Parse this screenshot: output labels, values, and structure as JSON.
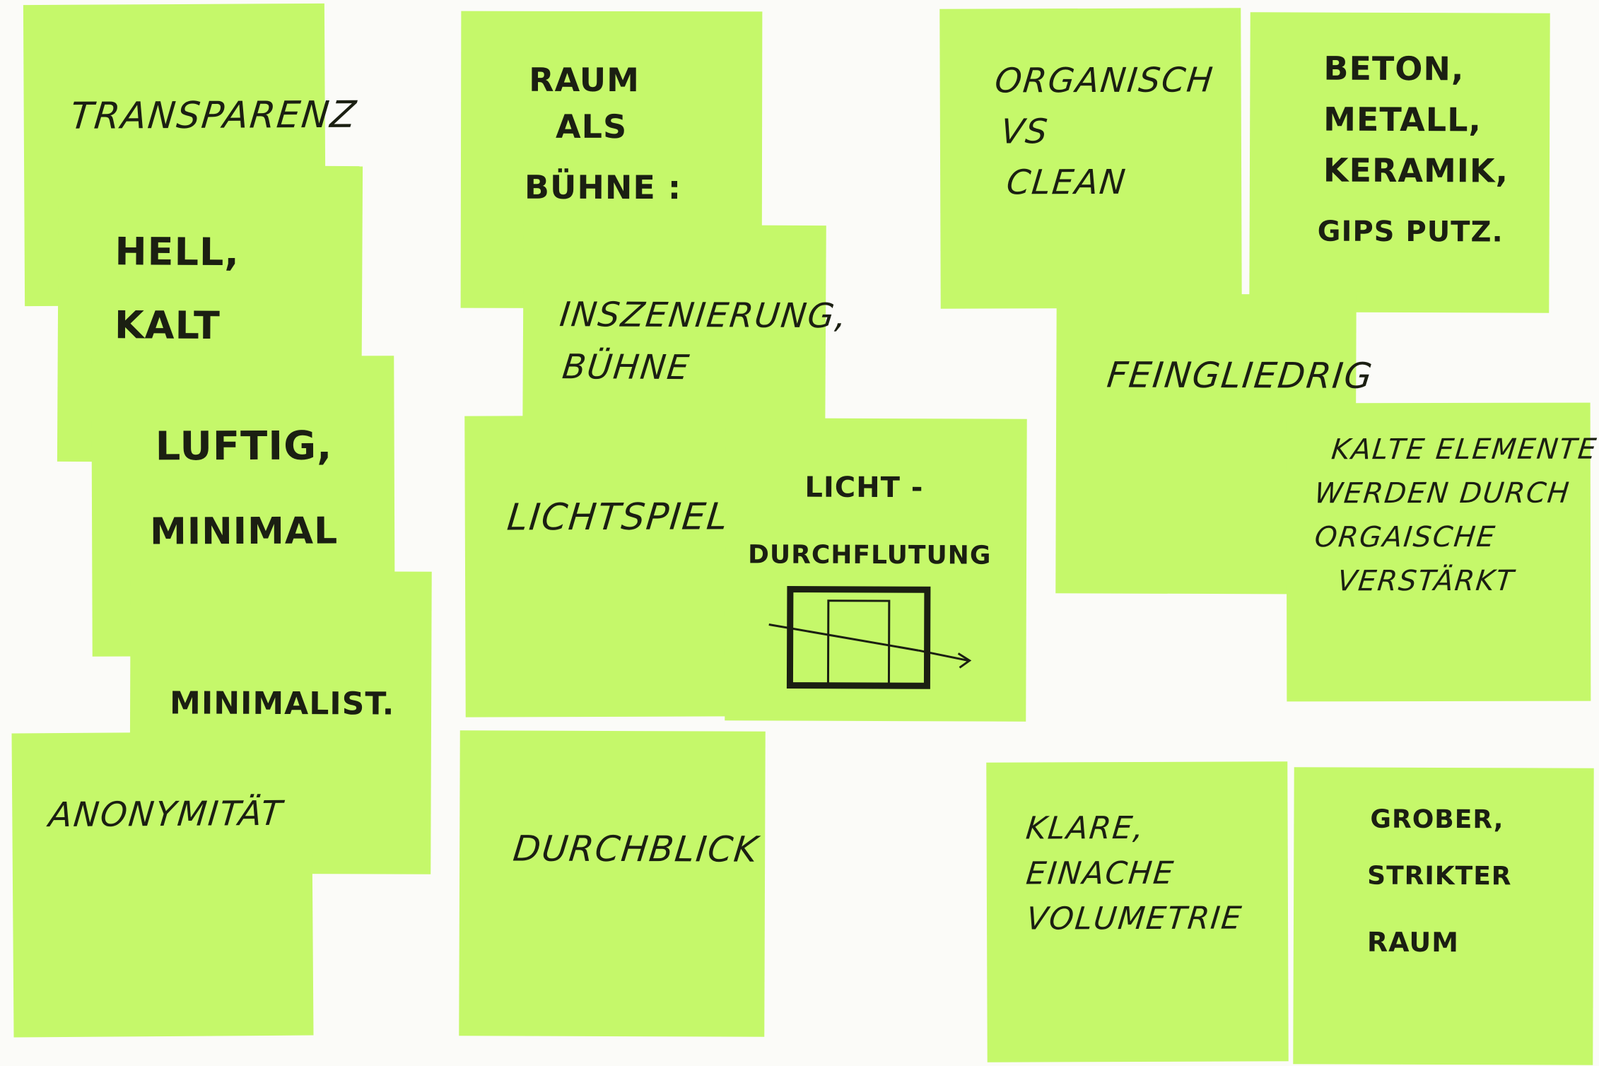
{
  "board": {
    "background_color": "#fbfbf8",
    "note_color": "#c5f86a",
    "ink_color": "#1b1f12"
  },
  "notes": {
    "transparenz": {
      "lines": [
        "TRANSPARENZ"
      ]
    },
    "hell_kalt": {
      "lines": [
        "HELL,",
        "KALT"
      ]
    },
    "luftig_minimal": {
      "lines": [
        "LUFTIG,",
        "MINIMAL"
      ]
    },
    "minimalist": {
      "lines": [
        "MINIMALIST."
      ]
    },
    "anonymitaet": {
      "lines": [
        "ANONYMITÄT"
      ]
    },
    "raum_als_buehne": {
      "lines": [
        "RAUM",
        "ALS",
        "BÜHNE :"
      ]
    },
    "inszenierung": {
      "lines": [
        "INSZENIERUNG,",
        "BÜHNE"
      ]
    },
    "lichtspiel": {
      "lines": [
        "LICHTSPIEL"
      ]
    },
    "lichtdurchflutung": {
      "lines": [
        "LICHT -",
        "DURCHFLUTUNG"
      ],
      "sketch": "window-light-sketch-icon"
    },
    "durchblick": {
      "lines": [
        "DURCHBLICK"
      ]
    },
    "organisch_clean": {
      "lines": [
        "ORGANISCH",
        "VS",
        "CLEAN"
      ]
    },
    "materialien": {
      "lines": [
        "BETON,",
        "METALL,",
        "KERAMIK,",
        "GIPS PUTZ."
      ]
    },
    "feingliedrig": {
      "lines": [
        "FEINGLIEDRIG"
      ]
    },
    "kalte_elemente": {
      "lines": [
        "KALTE ELEMENTE",
        "WERDEN DURCH",
        "ORGAISCHE",
        "VERSTÄRKT"
      ]
    },
    "klare_volumetrie": {
      "lines": [
        "KLARE,",
        "EINACHE",
        "VOLUMETRIE"
      ]
    },
    "grober_raum": {
      "lines": [
        "GROBER,",
        "STRIKTER",
        "RAUM"
      ]
    }
  }
}
